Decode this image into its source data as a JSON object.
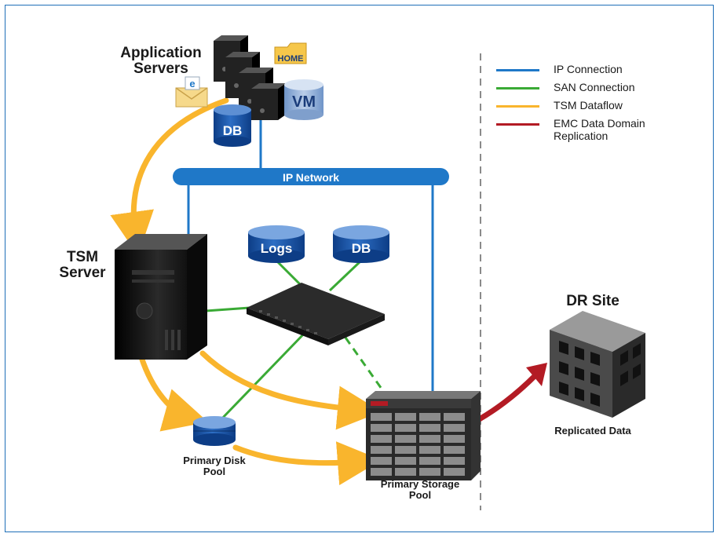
{
  "labels": {
    "app_servers": "Application Servers",
    "home_badge": "HOME",
    "email_badge": "e",
    "db_app": "DB",
    "vm": "VM",
    "ip_network": "IP Network",
    "tsm_server": "TSM Server",
    "logs": "Logs",
    "db_core": "DB",
    "dr_site": "DR Site",
    "replicated_data": "Replicated Data",
    "primary_disk_pool": "Primary Disk Pool",
    "primary_storage_pool": "Primary Storage Pool"
  },
  "legend": [
    {
      "label": "IP Connection",
      "color": "#1f78c8"
    },
    {
      "label": "SAN Connection",
      "color": "#3aaa35"
    },
    {
      "label": "TSM Dataflow",
      "color": "#f9b52d"
    },
    {
      "label": "EMC Data Domain Replication",
      "color": "#b31b24"
    }
  ],
  "colors": {
    "ip": "#1f78c8",
    "san": "#3aaa35",
    "dataflow": "#f9b52d",
    "replication": "#b31b24",
    "border": "#1f6fb8"
  },
  "icons": [
    "server-rack-icon",
    "home-folder-icon",
    "email-icon",
    "database-icon",
    "vm-icon",
    "tower-server-icon",
    "network-switch-icon",
    "storage-array-icon",
    "building-icon"
  ]
}
